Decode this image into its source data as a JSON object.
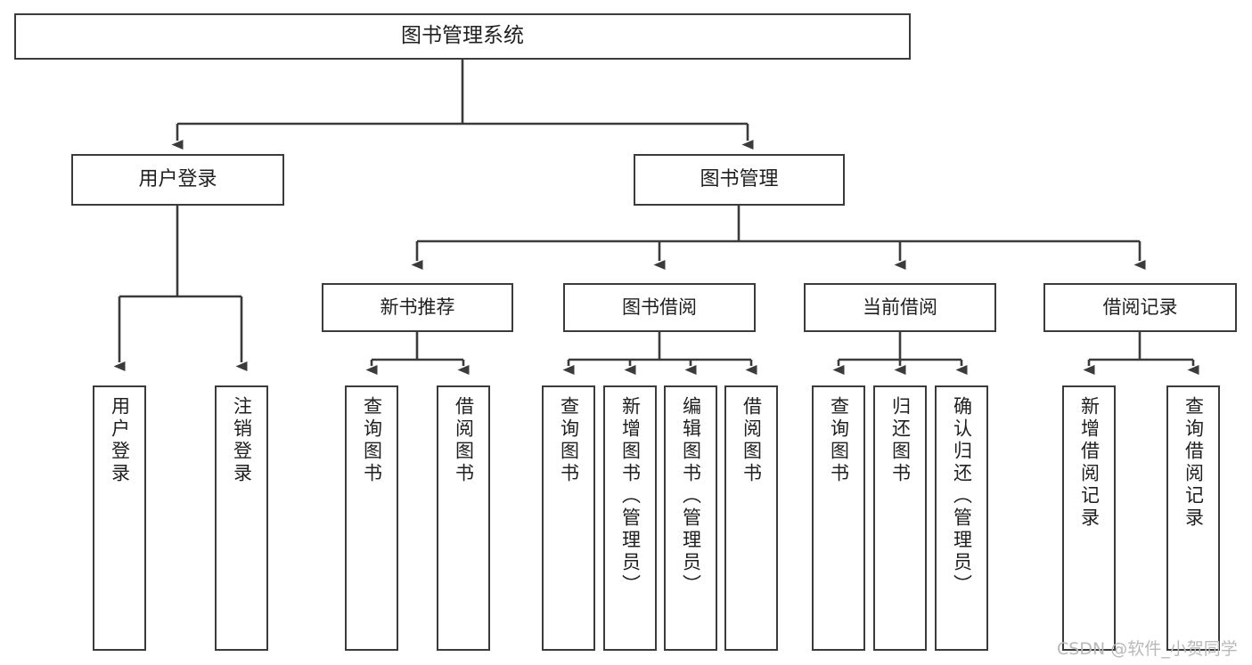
{
  "diagram": {
    "title": "图书管理系统",
    "watermark": "CSDN @软件_小贺同学",
    "line_color": "#3b3b3b",
    "box_fill": "#ffffff",
    "text_color": "#1f1f1f",
    "watermark_color": "#b9b9b9"
  },
  "nodes": {
    "root": {
      "label": "图书管理系统"
    },
    "level1": [
      {
        "label": "用户登录"
      },
      {
        "label": "图书管理"
      }
    ],
    "level2": [
      {
        "label": "新书推荐"
      },
      {
        "label": "图书借阅"
      },
      {
        "label": "当前借阅"
      },
      {
        "label": "借阅记录"
      }
    ],
    "leaves": {
      "user_login": [
        {
          "label": "用户登录"
        },
        {
          "label": "注销登录"
        }
      ],
      "new_book": [
        {
          "label": "查询图书"
        },
        {
          "label": "借阅图书"
        }
      ],
      "book_borrow": [
        {
          "label": "查询图书"
        },
        {
          "label": "新增图书（管理员）"
        },
        {
          "label": "编辑图书（管理员）"
        },
        {
          "label": "借阅图书"
        }
      ],
      "current_borrow": [
        {
          "label": "查询图书"
        },
        {
          "label": "归还图书"
        },
        {
          "label": "确认归还（管理员）"
        }
      ],
      "borrow_record": [
        {
          "label": "新增借阅记录"
        },
        {
          "label": "查询借阅记录"
        }
      ]
    }
  }
}
